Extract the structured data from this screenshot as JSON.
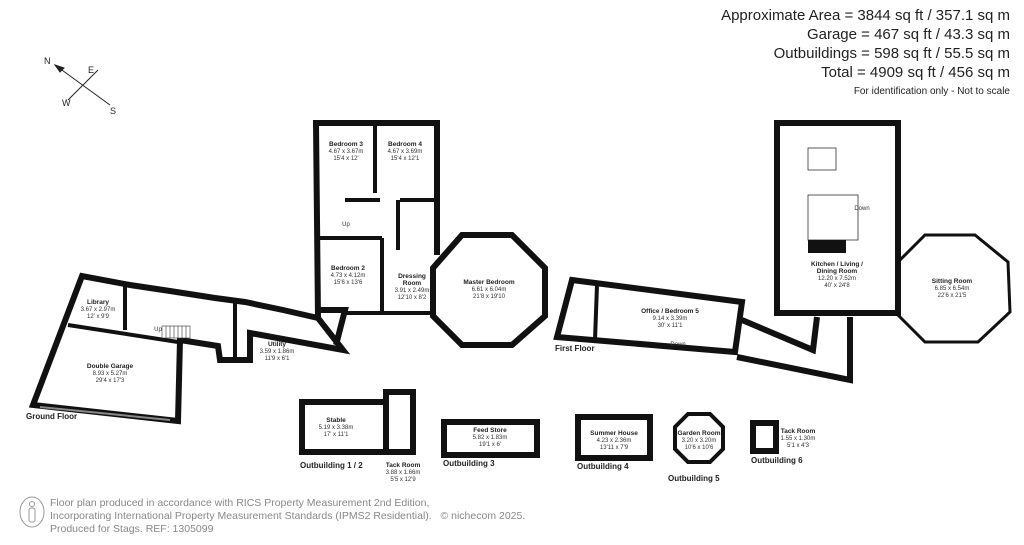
{
  "areas": {
    "approximate": "Approximate Area = 3844 sq ft / 357.1 sq m",
    "garage": "Garage = 467 sq ft / 43.3 sq m",
    "outbuildings": "Outbuildings = 598 sq ft / 55.5 sq m",
    "total": "Total = 4909 sq ft / 456 sq m",
    "note": "For identification only - Not to scale"
  },
  "compass": {
    "n": "N",
    "e": "E",
    "s": "S",
    "w": "W"
  },
  "floors": {
    "ground": "Ground Floor",
    "first": "First Floor"
  },
  "rooms": {
    "bedroom3": {
      "name": "Bedroom 3",
      "m": "4.67 x 3.67m",
      "ft": "15'4 x 12'"
    },
    "bedroom4": {
      "name": "Bedroom 4",
      "m": "4.67 x 3.69m",
      "ft": "15'4 x 12'1"
    },
    "bedroom2": {
      "name": "Bedroom 2",
      "m": "4.73 x 4.12m",
      "ft": "15'6 x 13'6"
    },
    "dressing": {
      "name1": "Dressing",
      "name2": "Room",
      "m": "3.91 x 2.49m",
      "ft": "12'10 x 8'2"
    },
    "master": {
      "name": "Master Bedroom",
      "m": "6.61 x 6.04m",
      "ft": "21'8 x 19'10"
    },
    "library": {
      "name": "Library",
      "m": "3.67 x 2.97m",
      "ft": "12' x 9'9"
    },
    "garage": {
      "name": "Double Garage",
      "m": "8.93 x 5.27m",
      "ft": "29'4 x 17'3"
    },
    "utility": {
      "name": "Utility",
      "m": "3.59 x 1.86m",
      "ft": "11'9 x 6'1"
    },
    "office": {
      "name": "Office / Bedroom 5",
      "m": "9.14 x 3.39m",
      "ft": "30' x 11'1"
    },
    "kitchen": {
      "name1": "Kitchen / Living /",
      "name2": "Dining Room",
      "m": "12.20 x 7.52m",
      "ft": "40' x 24'8"
    },
    "sitting": {
      "name": "Sitting Room",
      "m": "6.85 x 6.54m",
      "ft": "22'6 x 21'5"
    },
    "stable": {
      "name": "Stable",
      "m": "5.19 x 3.38m",
      "ft": "17' x 11'1"
    },
    "tack1": {
      "name": "Tack Room",
      "m": "3.88 x 1.66m",
      "ft": "5'5 x 12'9"
    },
    "feed": {
      "name": "Feed Store",
      "m": "5.82 x 1.83m",
      "ft": "19'1 x 6'"
    },
    "summer": {
      "name": "Summer House",
      "m": "4.23 x 2.36m",
      "ft": "13'11 x 7'9"
    },
    "garden": {
      "name": "Garden Room",
      "m": "3.20 x 3.20m",
      "ft": "10'6 x 10'6"
    },
    "tack6": {
      "name": "Tack Room",
      "m": "1.55 x 1.30m",
      "ft": "5'1 x 4'3"
    }
  },
  "stairs": {
    "up": "Up",
    "down": "Down"
  },
  "outbuildings": {
    "o12": "Outbuilding 1 / 2",
    "o3": "Outbuilding 3",
    "o4": "Outbuilding 4",
    "o5": "Outbuilding 5",
    "o6": "Outbuilding 6"
  },
  "footer": {
    "line1": "Floor plan produced in accordance with RICS Property Measurement 2nd Edition,",
    "line2": "Incorporating International Property Measurement Standards (IPMS2 Residential).",
    "copyright": "© nichecom 2025.",
    "line3": "Produced for Stags.   REF: 1305099"
  }
}
